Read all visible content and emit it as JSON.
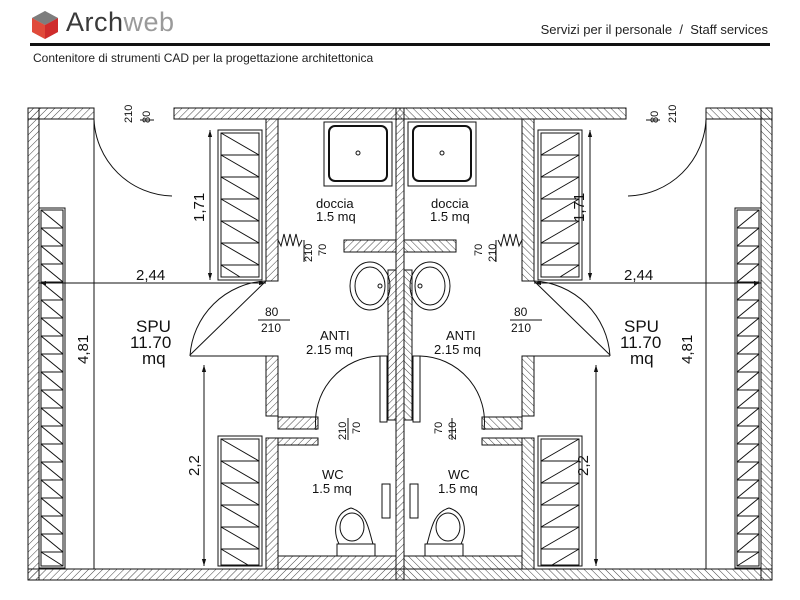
{
  "header": {
    "brand_part1": "Arch",
    "brand_part2": "web",
    "nav_item1": "Servizi per il personale",
    "nav_separator": "/",
    "nav_item2": "Staff services",
    "subtitle": "Contenitore di strumenti CAD per la progettazione architettonica"
  },
  "plan": {
    "left": {
      "door_top_w": "80",
      "door_top_h": "210",
      "dim_lockers_top": "1,71",
      "dim_width": "2,44",
      "dim_height": "4,81",
      "dim_lockers_bottom": "2,2",
      "spu_label": "SPU",
      "spu_area": "11.70",
      "spu_unit": "mq",
      "door_spu_w": "80",
      "door_spu_h": "210",
      "shower_label": "doccia",
      "shower_area": "1.5 mq",
      "door_shower_h": "210",
      "door_shower_w": "70",
      "anti_label": "ANTI",
      "anti_area": "2.15 mq",
      "door_wc_h": "210",
      "door_wc_w": "70",
      "wc_label": "WC",
      "wc_area": "1.5 mq"
    },
    "right": {
      "door_top_w": "80",
      "door_top_h": "210",
      "dim_lockers_top": "1,71",
      "dim_width": "2,44",
      "dim_height": "4,81",
      "dim_lockers_bottom": "2,2",
      "spu_label": "SPU",
      "spu_area": "11.70",
      "spu_unit": "mq",
      "door_spu_w": "80",
      "door_spu_h": "210",
      "shower_label": "doccia",
      "shower_area": "1.5 mq",
      "door_shower_w": "70",
      "door_shower_h": "210",
      "anti_label": "ANTI",
      "anti_area": "2.15 mq",
      "door_wc_w": "70",
      "door_wc_h": "210",
      "wc_label": "WC",
      "wc_area": "1.5 mq"
    }
  }
}
